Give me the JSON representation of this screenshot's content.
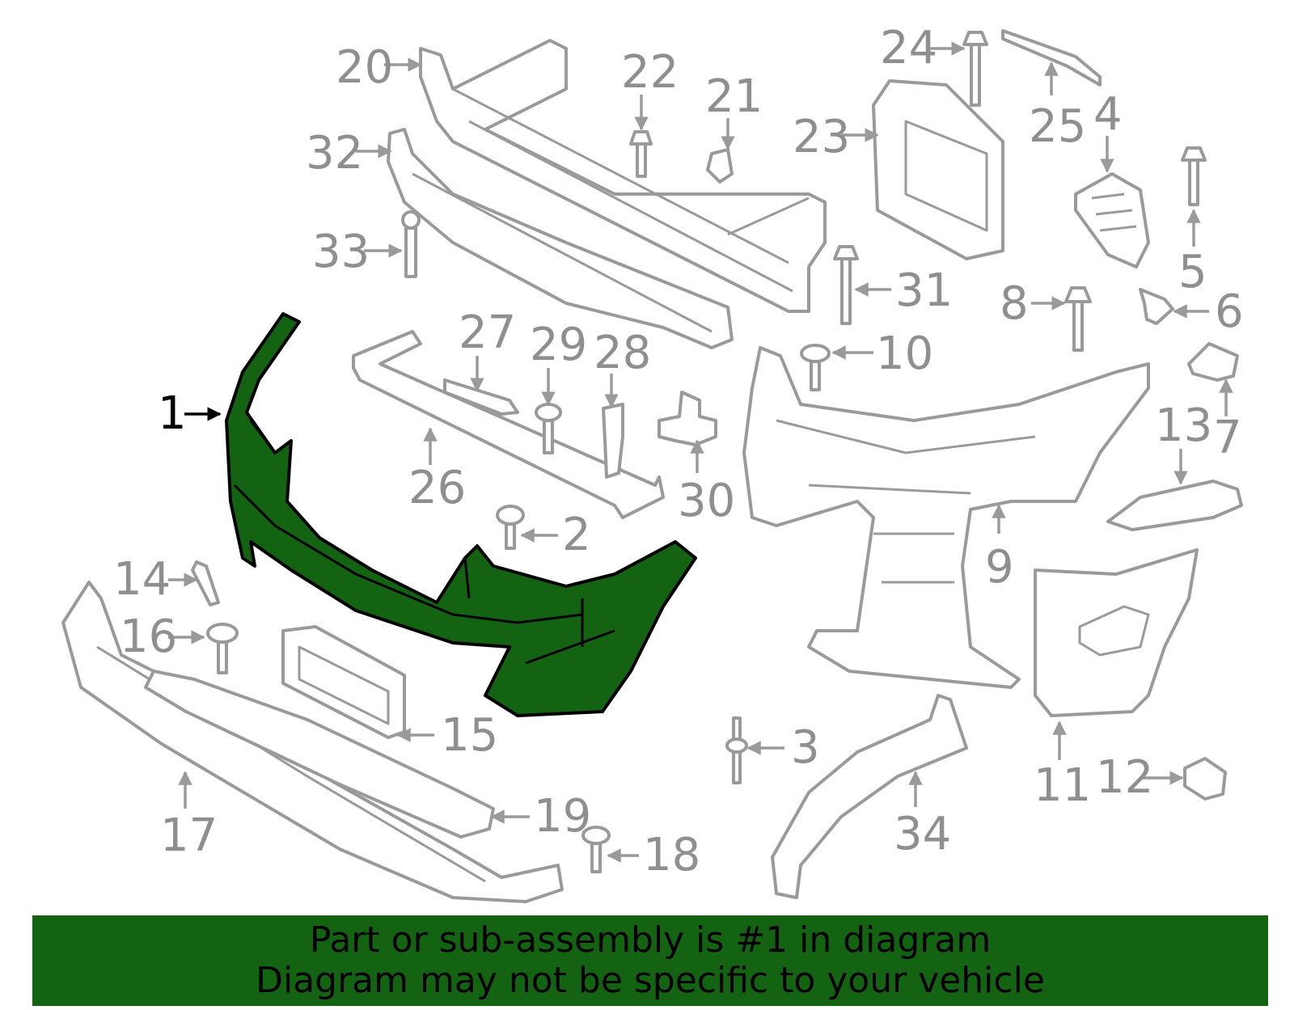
{
  "colors": {
    "highlight_fill": "#136313",
    "part_stroke": "#9a9a9a",
    "callout_text": "#8f8f8f",
    "banner_bg": "#136313",
    "banner_text": "#000000"
  },
  "highlighted_part": "1",
  "callouts": [
    "1",
    "2",
    "3",
    "4",
    "5",
    "6",
    "7",
    "8",
    "9",
    "10",
    "11",
    "12",
    "13",
    "14",
    "15",
    "16",
    "17",
    "18",
    "19",
    "20",
    "21",
    "22",
    "23",
    "24",
    "25",
    "26",
    "27",
    "28",
    "29",
    "30",
    "31",
    "32",
    "33",
    "34"
  ],
  "footer": {
    "line1": "Part or sub-assembly is #1 in diagram",
    "line2": "Diagram may not be specific to your vehicle"
  }
}
